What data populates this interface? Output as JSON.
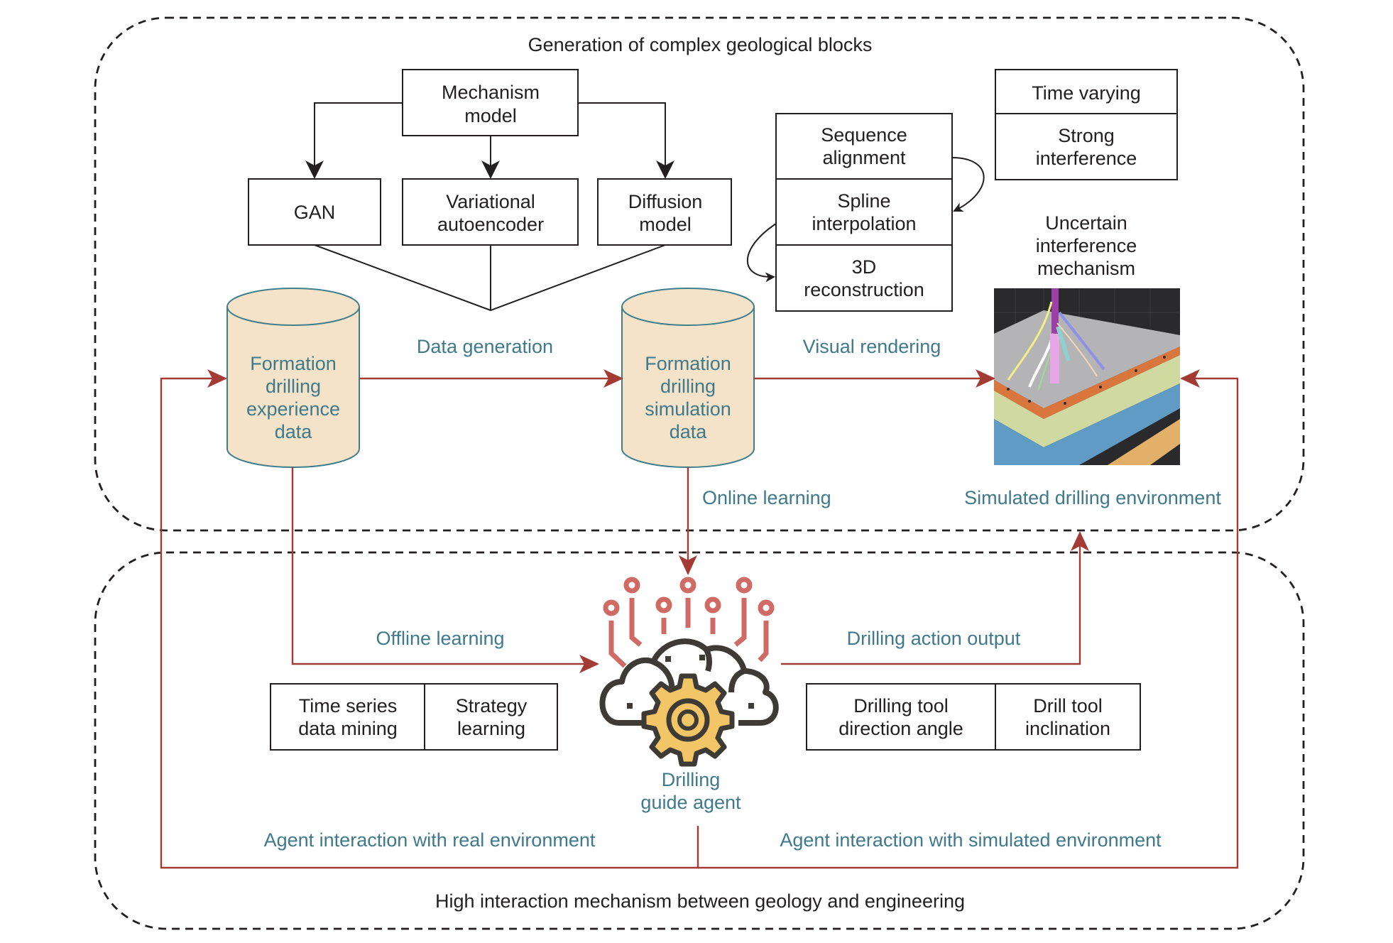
{
  "sections": {
    "top_title": "Generation of complex geological blocks",
    "bottom_title": "High interaction mechanism between geology and engineering"
  },
  "generation": {
    "mechanism": [
      "Mechanism",
      "model"
    ],
    "models": [
      {
        "lines": [
          "GAN"
        ]
      },
      {
        "lines": [
          "Variational",
          "autoencoder"
        ]
      },
      {
        "lines": [
          "Diffusion",
          "model"
        ]
      }
    ]
  },
  "reconstruction_stack": [
    {
      "lines": [
        "Sequence",
        "alignment"
      ]
    },
    {
      "lines": [
        "Spline",
        "interpolation"
      ]
    },
    {
      "lines": [
        "3D",
        "reconstruction"
      ]
    }
  ],
  "properties_stack": [
    {
      "lines": [
        "Time varying"
      ]
    },
    {
      "lines": [
        "Strong",
        "interference"
      ]
    }
  ],
  "uncertain_label": [
    "Uncertain",
    "interference",
    "mechanism"
  ],
  "databases": [
    {
      "lines": [
        "Formation",
        "drilling",
        "experience",
        "data"
      ]
    },
    {
      "lines": [
        "Formation",
        "drilling",
        "simulation",
        "data"
      ]
    }
  ],
  "flow_labels": {
    "data_generation": "Data generation",
    "visual_rendering": "Visual rendering",
    "online_learning": "Online learning",
    "simulated_env": "Simulated drilling environment",
    "offline_learning": "Offline learning",
    "action_output": "Drilling action output",
    "real_interaction": "Agent interaction with real environment",
    "sim_interaction": "Agent interaction with simulated environment"
  },
  "agent": {
    "label": [
      "Drilling",
      "guide agent"
    ],
    "icon": "cloud-gear-circuit-icon"
  },
  "learning_boxes": [
    {
      "lines": [
        "Time series",
        "data mining"
      ]
    },
    {
      "lines": [
        "Strategy",
        "learning"
      ]
    }
  ],
  "action_boxes": [
    {
      "lines": [
        "Drilling tool",
        "direction angle"
      ]
    },
    {
      "lines": [
        "Drill tool",
        "inclination"
      ]
    }
  ],
  "colors": {
    "arrow_red": "#a33a33",
    "label_teal": "#3f7a8c",
    "cylinder_fill": "#f5e3c9",
    "gear_yellow": "#f2c566",
    "circuit_red": "#d06a64"
  }
}
